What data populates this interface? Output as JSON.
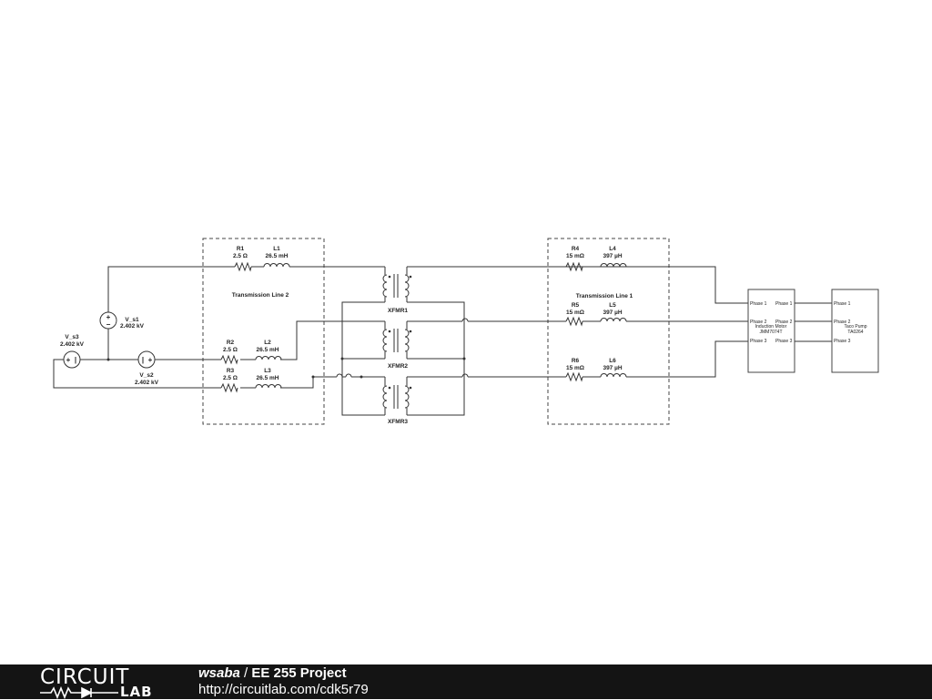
{
  "circuit": {
    "sources": [
      {
        "name": "V_s1",
        "value": "2.402 kV"
      },
      {
        "name": "V_s2",
        "value": "2.402 kV"
      },
      {
        "name": "V_s3",
        "value": "2.402 kV"
      }
    ],
    "line2": {
      "title": "Transmission Line 2",
      "components": [
        {
          "name": "R1",
          "value": "2.5 Ω"
        },
        {
          "name": "L1",
          "value": "26.5 mH"
        },
        {
          "name": "R2",
          "value": "2.5 Ω"
        },
        {
          "name": "L2",
          "value": "26.5 mH"
        },
        {
          "name": "R3",
          "value": "2.5 Ω"
        },
        {
          "name": "L3",
          "value": "26.5 mH"
        }
      ]
    },
    "transformers": [
      "XFMR1",
      "XFMR2",
      "XFMR3"
    ],
    "line1": {
      "title": "Transmission Line 1",
      "components": [
        {
          "name": "R4",
          "value": "15 mΩ"
        },
        {
          "name": "L4",
          "value": "397 µH"
        },
        {
          "name": "R5",
          "value": "15 mΩ"
        },
        {
          "name": "L5",
          "value": "397 µH"
        },
        {
          "name": "R6",
          "value": "15 mΩ"
        },
        {
          "name": "L6",
          "value": "397 µH"
        }
      ]
    },
    "motor": {
      "label": "Induction Motor",
      "part": "JMM7074T",
      "ports_left": [
        "Phase 1",
        "Phase 2",
        "Phase 3"
      ],
      "ports_right": [
        "Phase 1",
        "Phase 2",
        "Phase 3"
      ]
    },
    "pump": {
      "label": "Taco Pump",
      "part": "TA0264",
      "ports": [
        "Phase 1",
        "Phase 2",
        "Phase 3"
      ]
    }
  },
  "footer": {
    "logo_top": "CIRCUIT",
    "logo_bottom": "LAB",
    "author": "wsaba",
    "separator": "/",
    "project_title": "EE 255 Project",
    "url": "http://circuitlab.com/cdk5r79"
  },
  "colors": {
    "footer_bg": "#141414",
    "wire": "#333333"
  }
}
